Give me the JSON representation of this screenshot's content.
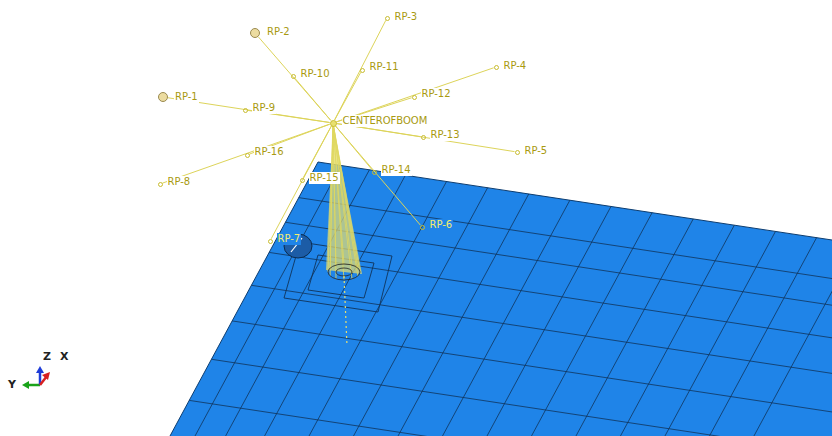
{
  "diagram": {
    "nodes": [
      {
        "text": [
          "RP-1"
        ]
      },
      {
        "text": [
          "RP-2"
        ]
      },
      {
        "text": [
          "RP-3"
        ]
      },
      {
        "text": [
          "RP-4"
        ]
      },
      {
        "text": [
          "RP-5"
        ]
      },
      {
        "text": [
          "RP-6"
        ]
      },
      {
        "text": [
          "RP-7"
        ]
      },
      {
        "text": [
          "RP-8"
        ]
      },
      {
        "text": [
          "RP-9"
        ]
      },
      {
        "text": [
          "RP-10"
        ]
      },
      {
        "text": [
          "RP-11"
        ]
      },
      {
        "text": [
          "RP-12"
        ]
      },
      {
        "text": [
          "RP-13"
        ]
      },
      {
        "text": [
          "RP-14"
        ]
      },
      {
        "text": [
          "RP-15"
        ]
      },
      {
        "text": [
          "RP-16"
        ]
      },
      {
        "text": [
          "CENTEROFBOOM"
        ]
      }
    ],
    "edges": [
      {
        "from": 16,
        "to": 0,
        "arrow": "none"
      },
      {
        "from": 16,
        "to": 1,
        "arrow": "none"
      },
      {
        "from": 16,
        "to": 2,
        "arrow": "none"
      },
      {
        "from": 16,
        "to": 3,
        "arrow": "none"
      },
      {
        "from": 16,
        "to": 4,
        "arrow": "none"
      },
      {
        "from": 16,
        "to": 5,
        "arrow": "none"
      },
      {
        "from": 16,
        "to": 6,
        "arrow": "none"
      },
      {
        "from": 16,
        "to": 7,
        "arrow": "none"
      },
      {
        "from": 16,
        "to": 8,
        "arrow": "none"
      },
      {
        "from": 16,
        "to": 9,
        "arrow": "none"
      },
      {
        "from": 16,
        "to": 10,
        "arrow": "none"
      },
      {
        "from": 16,
        "to": 11,
        "arrow": "none"
      },
      {
        "from": 16,
        "to": 12,
        "arrow": "none"
      },
      {
        "from": 16,
        "to": 13,
        "arrow": "none"
      },
      {
        "from": 16,
        "to": 14,
        "arrow": "none"
      },
      {
        "from": 16,
        "to": 15,
        "arrow": "none"
      }
    ],
    "labels": [
      "Z",
      "X",
      "Y"
    ]
  }
}
